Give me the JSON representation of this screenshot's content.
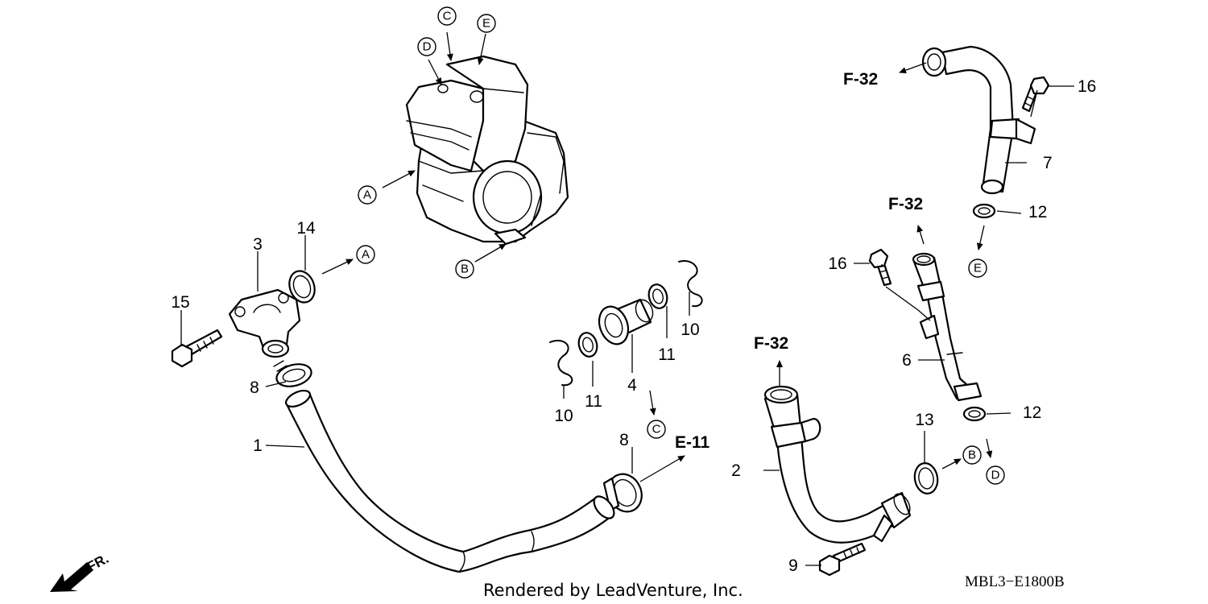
{
  "parts": {
    "p1": "1",
    "p2": "2",
    "p3": "3",
    "p4": "4",
    "p6": "6",
    "p7": "7",
    "p8a": "8",
    "p8b": "8",
    "p9": "9",
    "p10a": "10",
    "p10b": "10",
    "p11a": "11",
    "p11b": "11",
    "p12a": "12",
    "p12b": "12",
    "p13": "13",
    "p14": "14",
    "p15": "15",
    "p16a": "16",
    "p16b": "16"
  },
  "refs": {
    "f32_top": "F-32",
    "f32_mid": "F-32",
    "f32_bottom": "F-32",
    "e11": "E-11"
  },
  "markers": {
    "A_engine": "A",
    "A_gasket": "A",
    "B_engine": "B",
    "B_right": "B",
    "C_top": "C",
    "C_joint": "C",
    "D_top": "D",
    "D_right": "D",
    "E_top": "E",
    "E_right": "E"
  },
  "direction": {
    "front": "FR."
  },
  "footer": {
    "credit": "Rendered by LeadVenture, Inc.",
    "code": "MBL3−E1800B"
  }
}
